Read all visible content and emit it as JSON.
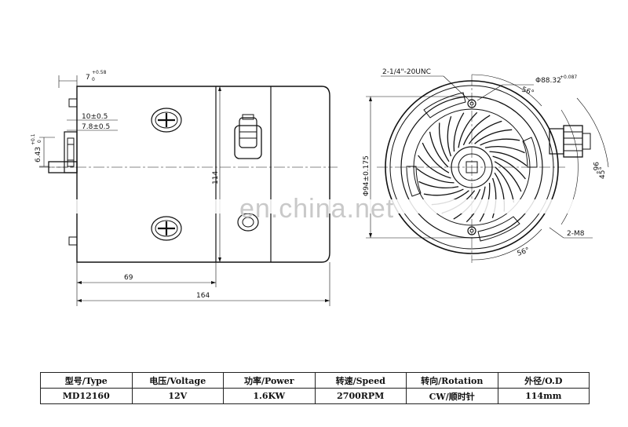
{
  "drawing": {
    "dimensions": {
      "shaft_step": "7",
      "shaft_step_tol": "+0.58",
      "shaft_step_tol2": "0",
      "d1": "10±0.5",
      "d2": "7.8±0.5",
      "shaft_dia": "6.43",
      "shaft_dia_tol": "+0.1",
      "shaft_dia_tol2": "0",
      "body_dia": "114",
      "front_len": "69",
      "total_len": "164",
      "bore": "Φ94±0.175",
      "thread": "2-1/4\"-20UNC",
      "pcd": "Φ88.32",
      "pcd_tol": "+0.087",
      "angle_top": "56°",
      "angle_bottom": "56°",
      "angle_mid": "96°",
      "angle_side": "45°",
      "bolt": "2-M8"
    },
    "watermark": "en.china.net"
  },
  "spec_table": {
    "headers": [
      "型号/Type",
      "电压/Voltage",
      "功率/Power",
      "转速/Speed",
      "转向/Rotation",
      "外径/O.D"
    ],
    "values": [
      "MD12160",
      "12V",
      "1.6KW",
      "2700RPM",
      "CW/顺时针",
      "114mm"
    ]
  },
  "colors": {
    "line": "#111111",
    "watermark": "#c9c9c9"
  }
}
